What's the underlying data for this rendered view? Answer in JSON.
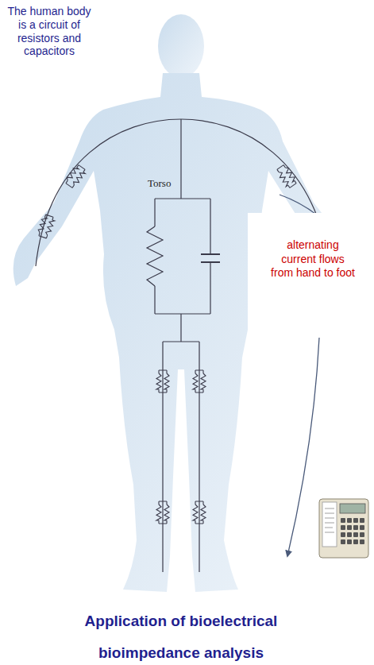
{
  "diagram": {
    "caption": "Application of bioelectrical bioimpedance analysis",
    "labels": [
      "The human body is a circuit of resistors and capacitors",
      "Torso",
      "alternating current flows from hand to foot"
    ]
  }
}
